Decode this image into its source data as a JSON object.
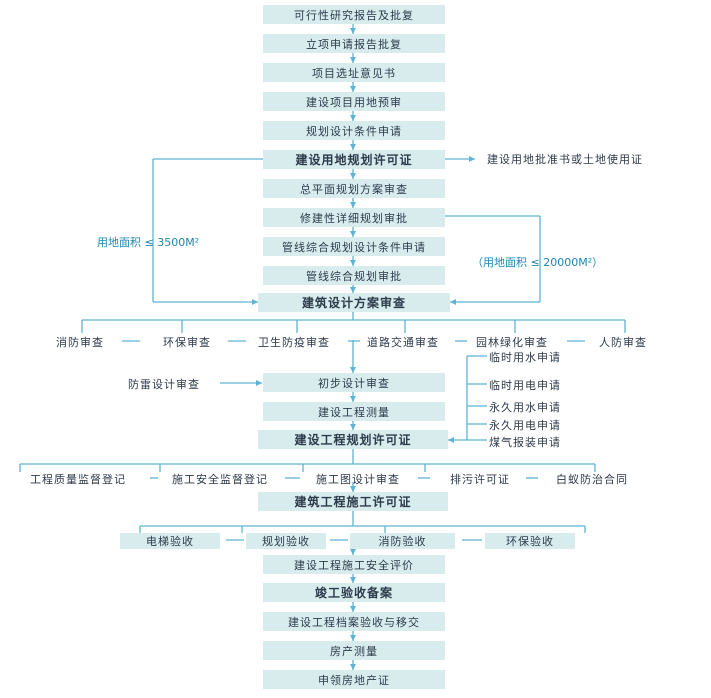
{
  "main_steps": [
    "可行性研究报告及批复",
    "立项申请报告批复",
    "项目选址意见书",
    "建设项目用地预审",
    "规划设计条件申请",
    "建设用地规划许可证",
    "总平面规划方案审查",
    "修建性详细规划审批",
    "管线综合规划设计条件申请",
    "管线综合规划审批",
    "建筑设计方案审查",
    "初步设计审查",
    "建设工程测量",
    "建设工程规划许可证",
    "建筑工程施工许可证",
    "建设工程施工安全评价",
    "竣工验收备案",
    "建设工程档案验收与移交",
    "房产测量",
    "申领房地产证"
  ],
  "side_land_use": "建设用地批准书或土地使用证",
  "note_left": "用地面积 ≤ 3500M²",
  "note_right": "（用地面积 ≤ 20000M²）",
  "design_reviews": [
    "消防审查",
    "环保审查",
    "卫生防疫审查",
    "道路交通审查",
    "园林绿化审查",
    "人防审查"
  ],
  "lightning_review": "防雷设计审查",
  "utility_applications": [
    "临时用水申请",
    "临时用电申请",
    "永久用水申请",
    "永久用电申请",
    "煤气报装申请"
  ],
  "construction_registrations": [
    "工程质量监督登记",
    "施工安全监督登记",
    "施工图设计审查",
    "排污许可证",
    "白蚁防治合同"
  ],
  "acceptances": [
    "电梯验收",
    "规划验收",
    "消防验收",
    "环保验收"
  ],
  "colors": {
    "box_fill": "#d8ecee",
    "line": "#5fb3d3",
    "text": "#2d3a4a",
    "note": "#1e86b0"
  }
}
